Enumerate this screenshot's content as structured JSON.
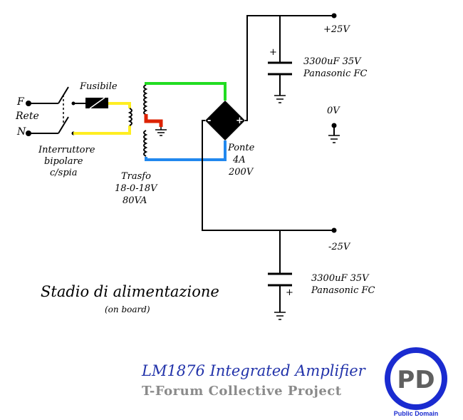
{
  "labels": {
    "fuse": "Fusibile",
    "mains_f": "F",
    "mains_rete": "Rete",
    "mains_n": "N",
    "switch_line1": "Interruttore",
    "switch_line2": "bipolare",
    "switch_line3": "c/spia",
    "trafo_line1": "Trasfo",
    "trafo_line2": "18-0-18V",
    "trafo_line3": "80VA",
    "bridge_line1": "Ponte",
    "bridge_line2": "4A",
    "bridge_line3": "200V",
    "bridge_minus": "-",
    "bridge_plus": "+",
    "rail_pos": "+25V",
    "rail_neg": "-25V",
    "rail_zero": "0V",
    "cap_top_line1": "3300uF 35V",
    "cap_top_line2": "Panasonic FC",
    "cap_top_plus": "+",
    "cap_bottom_line1": "3300uF 35V",
    "cap_bottom_line2": "Panasonic FC",
    "cap_bottom_plus": "+"
  },
  "title": "Stadio di alimentazione",
  "subtitle": "(on board)",
  "project": {
    "name": "LM1876 Integrated Amplifier",
    "collective": "T-Forum Collective Project"
  },
  "badge": {
    "text": "PD",
    "caption": "Public Domain"
  },
  "colors": {
    "wire_green": "#22dd22",
    "wire_yellow": "#ffee22",
    "wire_blue": "#2288ee",
    "center_tap_red": "#dd2200",
    "badge_ring": "#1a2bd0",
    "project_title": "#2233aa",
    "project_sub": "#8a8a8a"
  }
}
